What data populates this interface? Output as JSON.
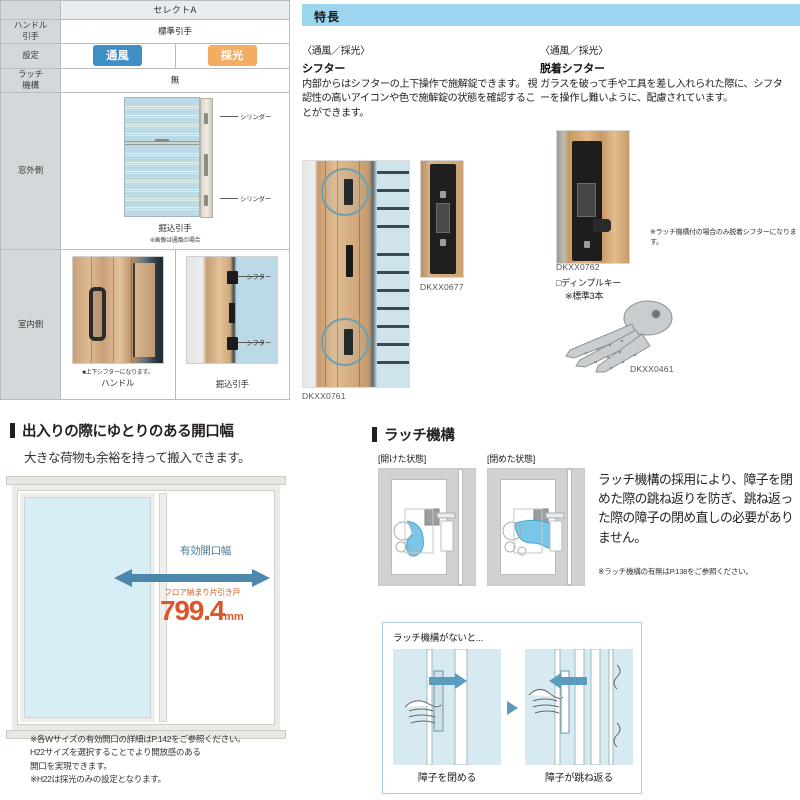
{
  "spec_table": {
    "header": {
      "corner": "",
      "main": "セレクトA"
    },
    "rows": [
      {
        "label": "ハンドル\n引手",
        "label_l1": "ハンドル",
        "label_l2": "引手",
        "value": "標準引手"
      },
      {
        "label": "設定",
        "badges": [
          {
            "text": "通風",
            "color": "#3f8fc4"
          },
          {
            "text": "採光",
            "color": "#f2ad62"
          }
        ]
      },
      {
        "label": "ラッチ\n機構",
        "label_l1": "ラッチ",
        "label_l2": "機構",
        "value": "無"
      },
      {
        "label": "窓外側",
        "caption": "掘込引手",
        "subcaption": "※画像は通風の場合",
        "callouts": [
          "シリンダー",
          "シリンダー"
        ]
      },
      {
        "label": "室内側",
        "cells": [
          {
            "caption": "ハンドル",
            "note": "■上下シフターになります。"
          },
          {
            "caption": "掘込引手",
            "callouts": [
              "シフター",
              "シフター"
            ]
          }
        ]
      }
    ]
  },
  "features": {
    "header": "特長",
    "left": {
      "kicker": "〈通風／採光〉",
      "title": "シフター",
      "body": "内部からはシフターの上下操作で施解錠できます。\n視認性の高いアイコンや色で施解錠の状態を確認することができます。",
      "photo_doorway_partno": "DKXX0761",
      "photo_lock_partno": "DKXX0677"
    },
    "right": {
      "kicker": "〈通風／採光〉",
      "title": "脱着シフター",
      "body": "ガラスを破って手や工具を差し入れられた際に、シフターを操作し難いように、配慮されています。",
      "photo_partno": "DKXX0762",
      "note": "※ラッチ機構付の場合のみ脱着シフターになります。",
      "key_label_line1": "□ディンプルキー",
      "key_label_line2": "※標準3本",
      "key_partno": "DKXX0461"
    }
  },
  "opening_section": {
    "title": "出入りの際にゆとりのある開口幅",
    "subtitle": "大きな荷物も余裕を持って搬入できます。",
    "arrow_label": "有効開口幅",
    "dim_kicker": "フロア納まり片引き戸",
    "dim_value": "799.4",
    "dim_unit": "mm",
    "footnotes": [
      "※各Wサイズの有効開口の詳細はP.142をご参照ください。",
      "H22サイズを選択することでより開放感のある",
      "開口を実現できます。",
      "※H22は採光のみの設定となります。"
    ]
  },
  "latch_section": {
    "title": "ラッチ機構",
    "state_open": "[開けた状態]",
    "state_closed": "[閉めた状態]",
    "body": "ラッチ機構の採用により、障子を閉めた際の跳ね返りを防ぎ、跳ね返った際の障子の閉め直しの必要がありません。",
    "note": "※ラッチ機構の有無はP.138をご参照ください。",
    "bad_case": {
      "title": "ラッチ機構がないと...",
      "step1_caption": "障子を閉める",
      "step2_caption": "障子が跳ね返る"
    }
  },
  "colors": {
    "feature_header_bg": "#9bd5f0",
    "badge_vent": "#3f8fc4",
    "badge_light": "#f2ad62",
    "dim_orange": "#e0542a",
    "arrow_blue": "#4b88ab",
    "glass_blue": "#d8eef5",
    "table_label_bg": "#d5d8da"
  }
}
